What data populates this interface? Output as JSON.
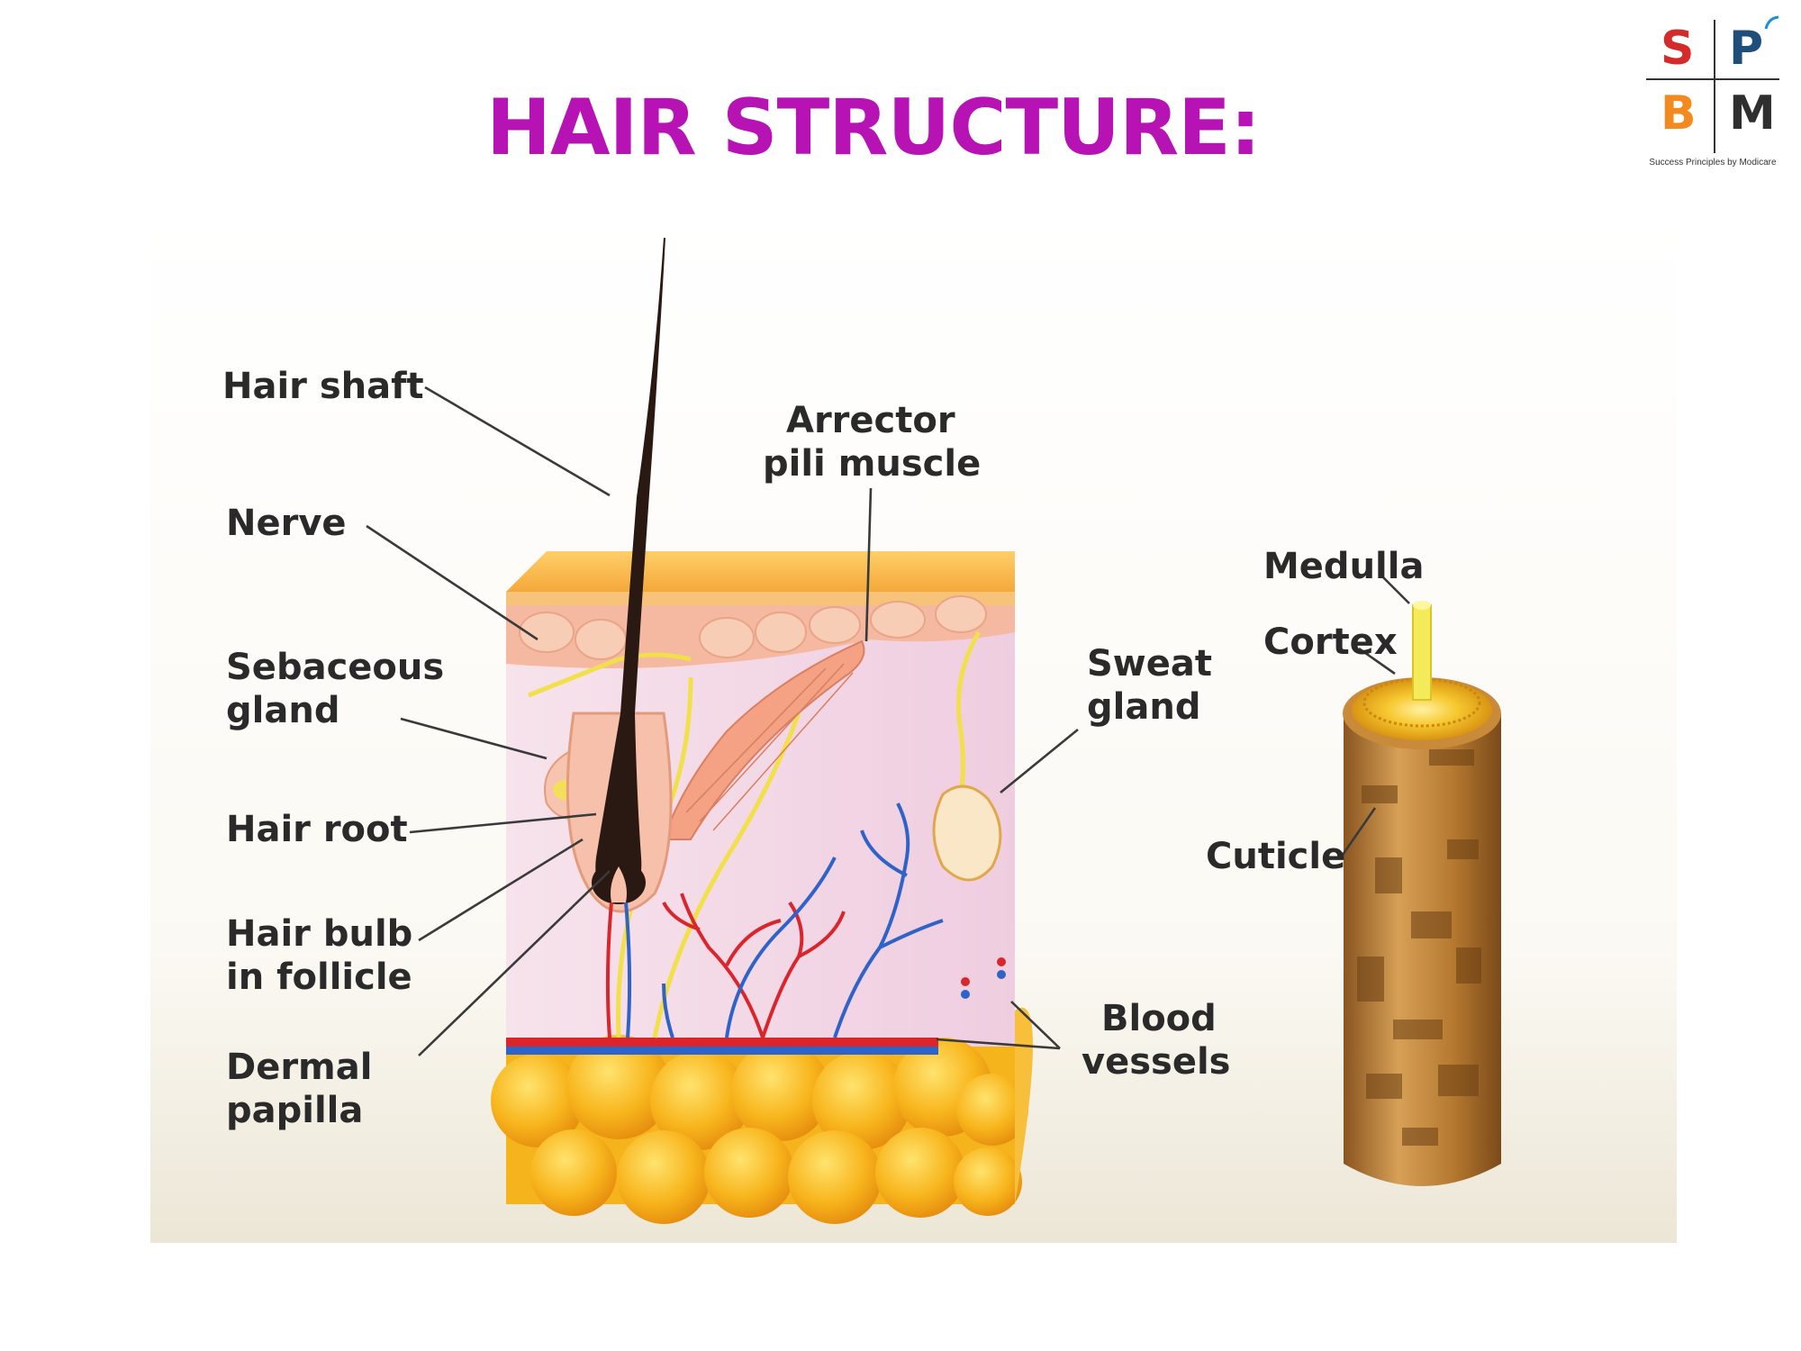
{
  "slide": {
    "title": "HAIR STRUCTURE:"
  },
  "logo": {
    "letters": [
      "S",
      "P",
      "B",
      "M"
    ],
    "tagline": "Success Principles by Modicare",
    "colors": {
      "S": "#d42a2a",
      "P": "#1e4f7a",
      "B": "#f28a1f",
      "M": "#2f2f2f"
    }
  },
  "diagram": {
    "labels": {
      "hair_shaft": "Hair shaft",
      "nerve": "Nerve",
      "sebaceous_gland": [
        "Sebaceous",
        "gland"
      ],
      "hair_root": "Hair root",
      "hair_bulb": [
        "Hair bulb",
        "in follicle"
      ],
      "dermal_papilla": [
        "Dermal",
        "papilla"
      ],
      "arrector_pili": [
        "Arrector",
        "pili muscle"
      ],
      "sweat_gland": [
        "Sweat",
        "gland"
      ],
      "blood_vessels": [
        "Blood",
        "vessels"
      ],
      "medulla": "Medulla",
      "cortex": "Cortex",
      "cuticle": "Cuticle"
    },
    "colors": {
      "epidermis": "#f6b04a",
      "dermis": "#f3d4e4",
      "fat": "#f6b41c",
      "hair": "#2a1812",
      "artery": "#d8262c",
      "vein": "#2f63c8",
      "nerve": "#f1e04a",
      "hair_strand": "#b77a34"
    }
  }
}
